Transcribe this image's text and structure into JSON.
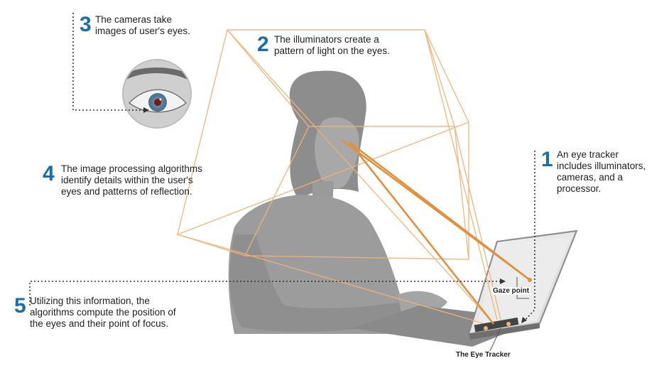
{
  "accent_color": "#1b6fa8",
  "beam_color": "#f0b277",
  "steps": [
    {
      "number": "1",
      "text": "An eye tracker\nincludes illuminators,\ncameras, and a\nprocessor."
    },
    {
      "number": "2",
      "text": "The illuminators create a\npattern of light on the eyes."
    },
    {
      "number": "3",
      "text": "The cameras take\nimages of user's eyes."
    },
    {
      "number": "4",
      "text": "The image processing algorithms\nidentify details within the user's\neyes and patterns of reflection."
    },
    {
      "number": "5",
      "text": "Utilizing this information, the\nalgorithms compute the position of\nthe eyes and their point of focus."
    }
  ],
  "labels": {
    "gaze_point": "Gaze point",
    "eye_tracker": "The Eye Tracker"
  }
}
